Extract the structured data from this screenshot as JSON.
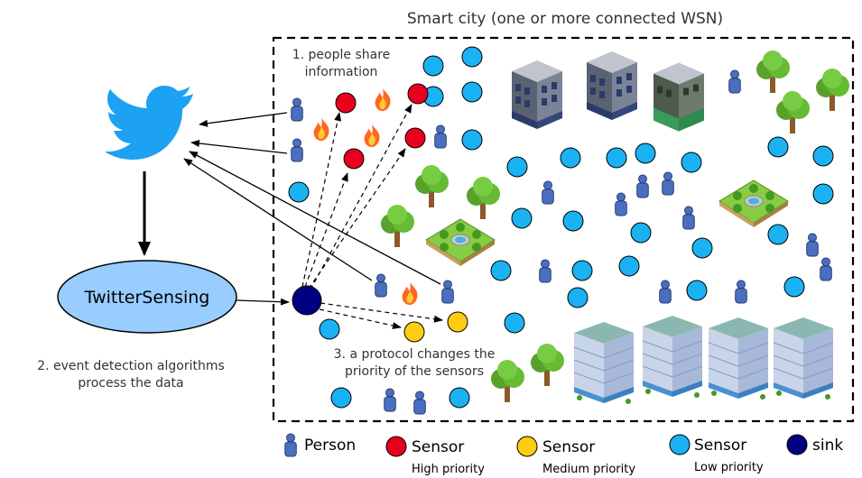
{
  "title": "Smart city (one or more connected WSN)",
  "steps": {
    "step1_line1": "1. people share",
    "step1_line2": "information",
    "step2_line1": "2. event detection algorithms",
    "step2_line2": "process the data",
    "step3_line1": "3. a protocol changes the",
    "step3_line2": "priority of the sensors"
  },
  "nodes": {
    "twitter_sensing": "TwitterSensing"
  },
  "legend": {
    "person": "Person",
    "sensor_high": "Sensor",
    "sensor_high_sub": "High priority",
    "sensor_medium": "Sensor",
    "sensor_medium_sub": "Medium priority",
    "sensor_low": "Sensor",
    "sensor_low_sub": "Low priority",
    "sink": "sink"
  },
  "colors": {
    "high": "#e8001c",
    "medium": "#ffcc11",
    "low": "#1ab2f2",
    "sink": "#000080",
    "person": "#4a6fc0",
    "twitter": "#1da1f2",
    "ellipse": "#99ccff",
    "tree": "#66bb33",
    "fire": "#ff6622"
  }
}
